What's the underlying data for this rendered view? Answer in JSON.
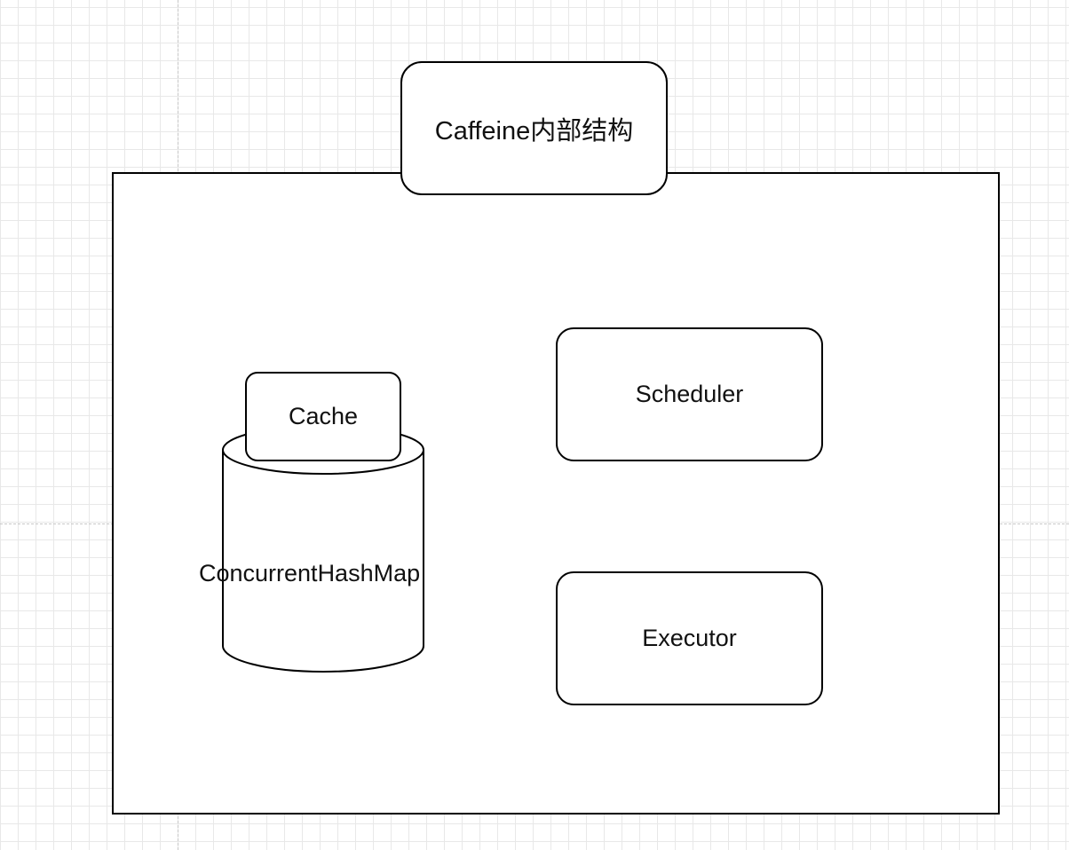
{
  "diagram": {
    "title": "Caffeine内部结构",
    "nodes": {
      "cache": "Cache",
      "map": "ConcurrentHashMap",
      "scheduler": "Scheduler",
      "executor": "Executor"
    }
  }
}
